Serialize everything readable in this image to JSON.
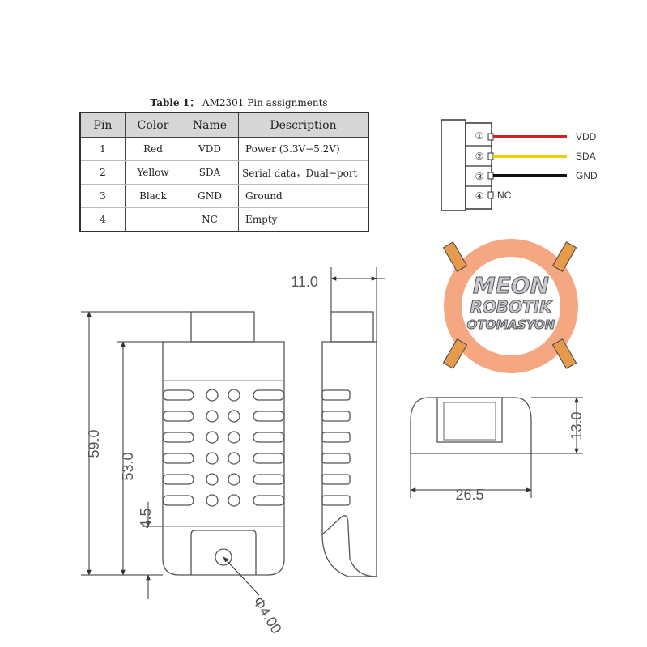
{
  "table": {
    "caption_prefix": "Table 1：",
    "caption_title": "AM2301 Pin assignments",
    "headers": [
      "Pin",
      "Color",
      "Name",
      "Description"
    ],
    "rows": [
      [
        "1",
        "Red",
        "VDD",
        "Power (3.3V−5.2V)"
      ],
      [
        "2",
        "Yellow",
        "SDA",
        "Serial data，Dual−port"
      ],
      [
        "3",
        "Black",
        "GND",
        "Ground"
      ],
      [
        "4",
        "",
        "NC",
        "Empty"
      ]
    ]
  },
  "connector": {
    "pins": [
      {
        "number": "①",
        "label": "VDD",
        "wire_color": "#d02020"
      },
      {
        "number": "②",
        "label": "SDA",
        "wire_color": "#f0d000"
      },
      {
        "number": "③",
        "label": "GND",
        "wire_color": "#111111"
      },
      {
        "number": "④",
        "label": "NC",
        "wire_color": ""
      }
    ]
  },
  "logo": {
    "line1": "MEON",
    "line2": "ROBOTIK",
    "line3": "OTOMASYON",
    "ring_color": "#f4a27a"
  },
  "dimensions": {
    "total_height": "59.0",
    "body_height": "53.0",
    "bottom_offset": "4.5",
    "hole_diameter": "Φ4.00",
    "depth": "11.0",
    "width": "26.5",
    "thickness": "13.0"
  }
}
